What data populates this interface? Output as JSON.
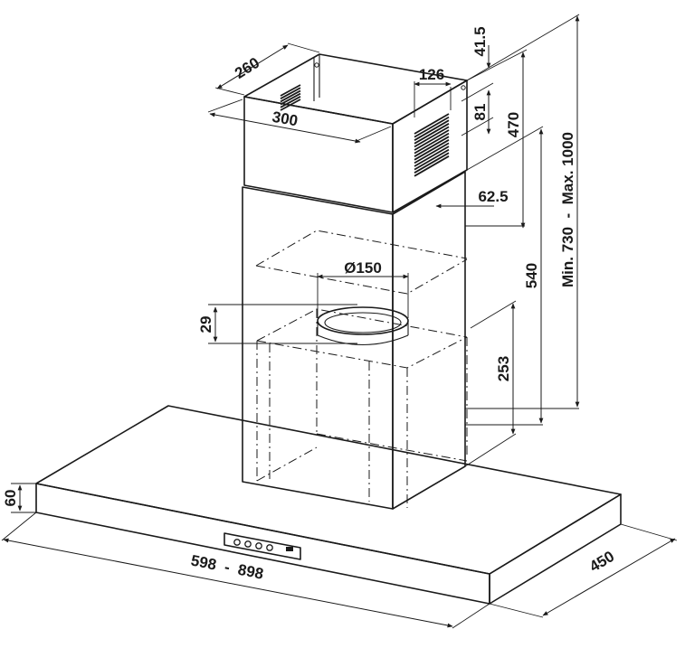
{
  "dimensions": {
    "duct_depth": "260",
    "duct_width": "300",
    "vent_width": "126",
    "top_offset": "41.5",
    "vent_height": "81",
    "upper_height": "470",
    "side_offset": "62.5",
    "outlet_diameter": "Ø150",
    "collar_height": "29",
    "box_height": "253",
    "lower_height": "540",
    "total_height": "Min. 730  -  Max. 1000",
    "canopy_thickness": "60",
    "canopy_width": "598  -  898",
    "canopy_depth": "450"
  },
  "control_panel": {
    "button_count": 4
  }
}
